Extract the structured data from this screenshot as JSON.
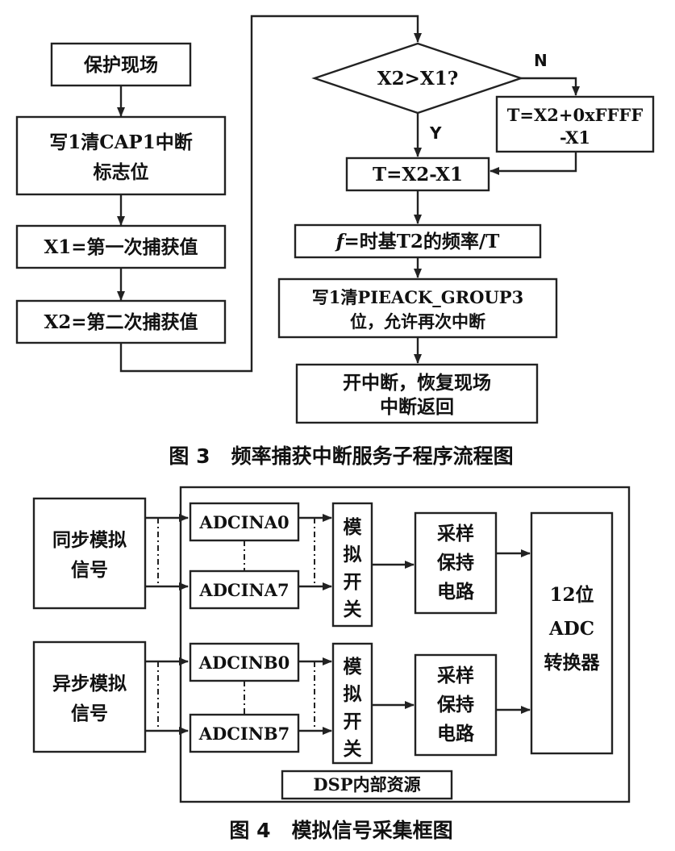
{
  "figure3": {
    "caption": "图 3   频率捕获中断服务子程序流程图",
    "steps": {
      "protect": "保护现场",
      "clear_cap1_line1": "写1清CAP1中断",
      "clear_cap1_line2": "标志位",
      "x1": "X1=第一次捕获值",
      "x2": "X2=第二次捕获值",
      "decision": "X2>X1?",
      "branch_no": "N",
      "branch_yes": "Y",
      "overflow_line1": "T=X2+0xFFFF",
      "overflow_line2": "-X1",
      "diff": "T=X2-X1",
      "freq_italic": "f",
      "freq_rest": "=时基T2的频率/T",
      "ack_line1": "写1清PIEACK_GROUP3",
      "ack_line2": "位，允许再次中断",
      "restore_line1": "开中断，恢复现场",
      "restore_line2": "中断返回"
    }
  },
  "figure4": {
    "caption": "图 4   模拟信号采集框图",
    "sync_signal": [
      "同步模拟",
      "信号"
    ],
    "async_signal": [
      "异步模拟",
      "信号"
    ],
    "channels": {
      "a0": "ADCINA0",
      "a7": "ADCINA7",
      "b0": "ADCINB0",
      "b7": "ADCINB7"
    },
    "mux_chars": [
      "模",
      "拟",
      "开",
      "关"
    ],
    "sample_hold": [
      "采样",
      "保持",
      "电路"
    ],
    "adc": [
      "12位",
      "ADC",
      "转换器"
    ],
    "dsp_label": "DSP内部资源"
  }
}
